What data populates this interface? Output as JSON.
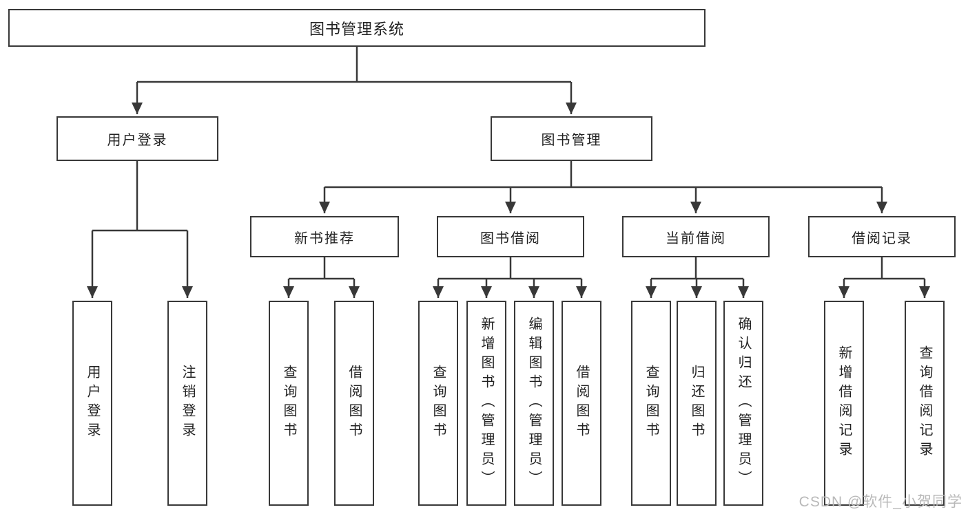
{
  "diagram": {
    "root": {
      "label": "图书管理系统"
    },
    "branches": [
      {
        "label": "用户登录",
        "leaves": [
          {
            "label": "用户登录"
          },
          {
            "label": "注销登录"
          }
        ]
      },
      {
        "label": "图书管理",
        "groups": [
          {
            "label": "新书推荐",
            "leaves": [
              {
                "label": "查询图书"
              },
              {
                "label": "借阅图书"
              }
            ]
          },
          {
            "label": "图书借阅",
            "leaves": [
              {
                "label": "查询图书"
              },
              {
                "label": "新增图书（管理员）"
              },
              {
                "label": "编辑图书（管理员）"
              },
              {
                "label": "借阅图书"
              }
            ]
          },
          {
            "label": "当前借阅",
            "leaves": [
              {
                "label": "查询图书"
              },
              {
                "label": "归还图书"
              },
              {
                "label": "确认归还（管理员）"
              }
            ]
          },
          {
            "label": "借阅记录",
            "leaves": [
              {
                "label": "新增借阅记录"
              },
              {
                "label": "查询借阅记录"
              }
            ]
          }
        ]
      }
    ]
  },
  "watermark": {
    "text": "CSDN @软件_小贺同学"
  },
  "colors": {
    "line": "#383838",
    "box_border": "#383838",
    "box_fill": "#ffffff",
    "text": "#222222",
    "watermark": "#b9b9b9",
    "background": "#ffffff"
  }
}
